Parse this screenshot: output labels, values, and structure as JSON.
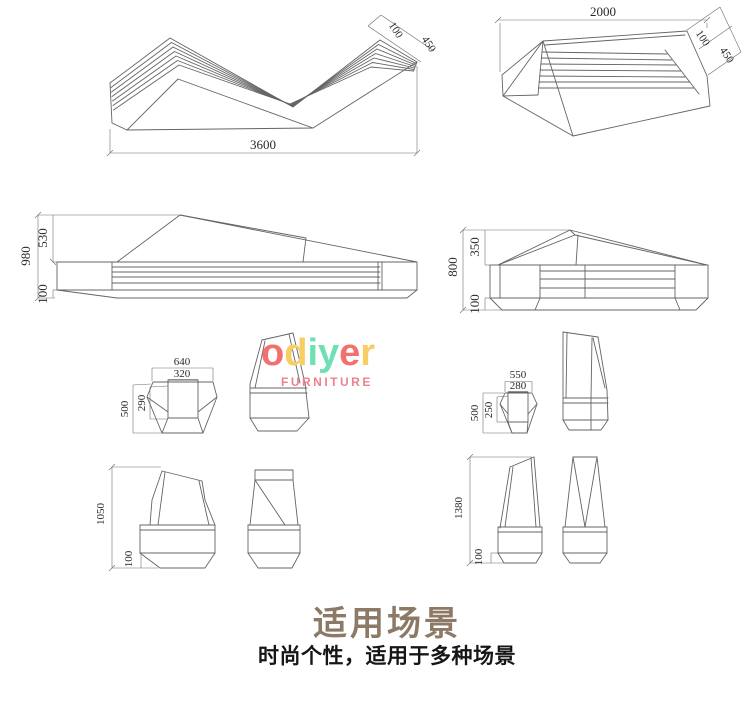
{
  "page": {
    "bg": "#ffffff",
    "line_color": "#646464"
  },
  "watermark": {
    "letters": [
      {
        "ch": "o",
        "color": "#f2706d"
      },
      {
        "ch": "d",
        "color": "#f8cd62"
      },
      {
        "ch": "i",
        "color": "#6fe0b4"
      },
      {
        "ch": "y",
        "color": "#6fe0b4"
      },
      {
        "ch": "e",
        "color": "#f2706d"
      },
      {
        "ch": "r",
        "color": "#f8cd62"
      }
    ],
    "word": "FURNITURE",
    "word_color": "#ee8190"
  },
  "dims": {
    "iso_long": {
      "length": "3600",
      "thickness": "100",
      "seat_depth": "450"
    },
    "iso_short": {
      "length": "2000",
      "thickness": "100",
      "seat_depth": "450"
    },
    "elev_long": {
      "overall_height": "980",
      "back_height": "530",
      "base_height": "100"
    },
    "elev_short": {
      "overall_height": "800",
      "back_height": "350",
      "base_height": "100"
    },
    "section_large": {
      "outer_width": "640",
      "inner_width": "320",
      "outer_height": "500",
      "inner_height": "290"
    },
    "section_small": {
      "outer_width": "550",
      "inner_width": "280",
      "outer_height": "500",
      "inner_height": "250"
    },
    "end_large": {
      "overall_height": "1050",
      "base_height": "100"
    },
    "end_small": {
      "overall_height": "1380",
      "base_height": "100"
    }
  },
  "footer": {
    "title": "适用场景",
    "title_color": "#8c7a66",
    "subtitle": "时尚个性，适用于多种场景",
    "subtitle_color": "#161616"
  }
}
